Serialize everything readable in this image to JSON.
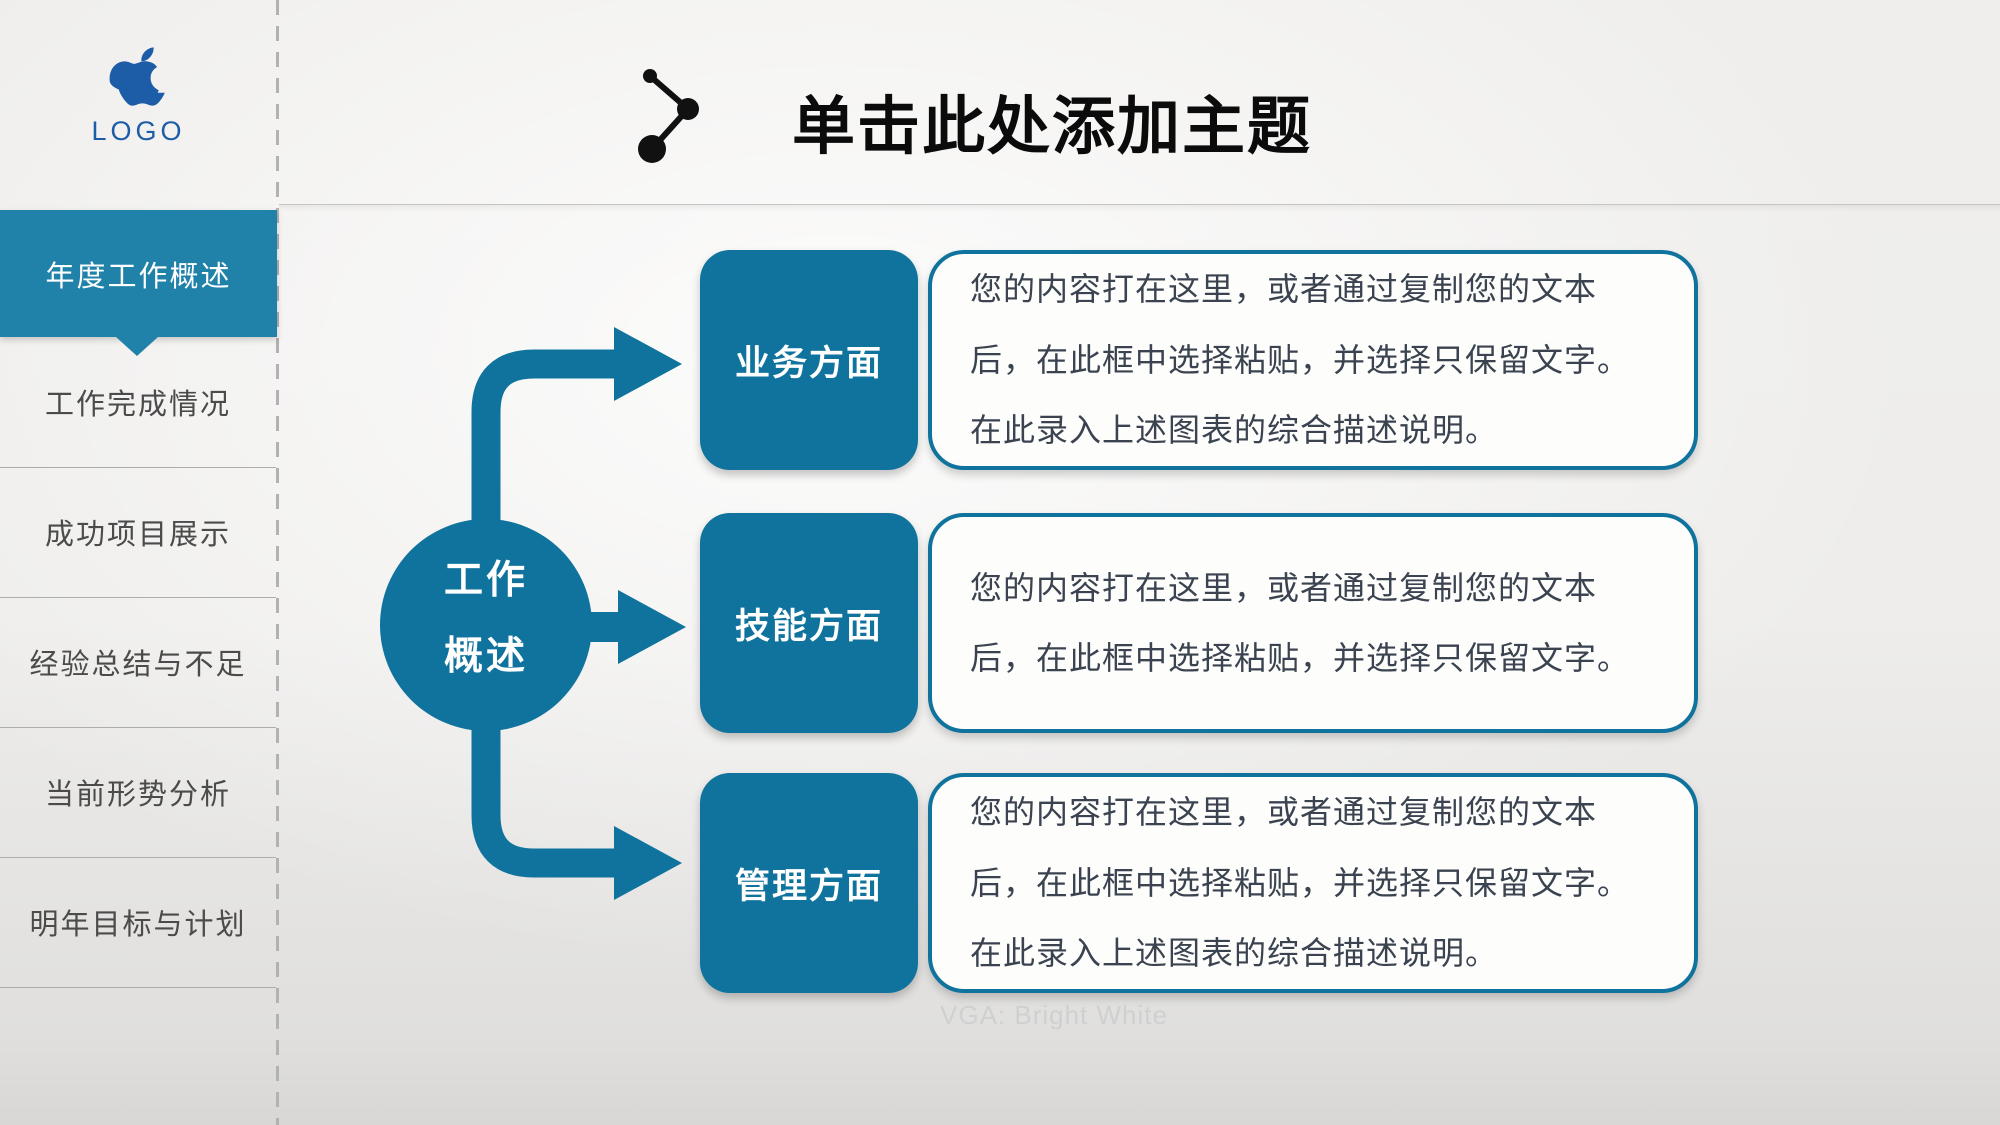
{
  "logo": {
    "label": "LOGO"
  },
  "header": {
    "title": "单击此处添加主题"
  },
  "sidebar": {
    "active_item": {
      "label": "年度工作概述"
    },
    "items": [
      {
        "label": "工作完成情况"
      },
      {
        "label": "成功项目展示"
      },
      {
        "label": "经验总结与不足"
      },
      {
        "label": "当前形势分析"
      },
      {
        "label": "明年目标与计划"
      }
    ]
  },
  "diagram": {
    "hub": {
      "line1": "工作",
      "line2": "概述"
    },
    "rows": [
      {
        "label": "业务方面",
        "desc": "您的内容打在这里，或者通过复制您的文本后，在此框中选择粘贴，并选择只保留文字。在此录入上述图表的综合描述说明。"
      },
      {
        "label": "技能方面",
        "desc": "您的内容打在这里，或者通过复制您的文本后，在此框中选择粘贴，并选择只保留文字。"
      },
      {
        "label": "管理方面",
        "desc": "您的内容打在这里，或者通过复制您的文本后，在此框中选择粘贴，并选择只保留文字。在此录入上述图表的综合描述说明。"
      }
    ]
  },
  "watermark": "VGA: Bright White",
  "colors": {
    "accent_teal": "#10739d",
    "sidebar_active": "#2081a9",
    "logo_blue": "#1d5ca6",
    "title_text": "#0b0b0b",
    "desc_text": "#3a434f"
  }
}
